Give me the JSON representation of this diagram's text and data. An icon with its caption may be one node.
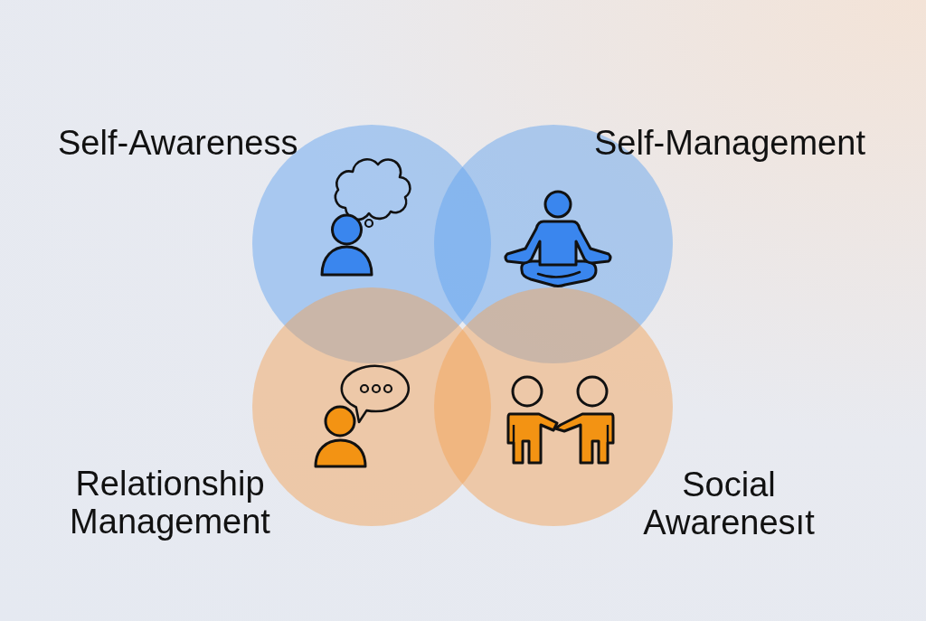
{
  "diagram": {
    "nodes": [
      {
        "text": [
          "Self-Awareness"
        ]
      },
      {
        "text": [
          "Self-Management"
        ]
      },
      {
        "text": [
          "Relationship Management"
        ]
      },
      {
        "text": [
          "Social Awarenesıt"
        ]
      }
    ]
  }
}
